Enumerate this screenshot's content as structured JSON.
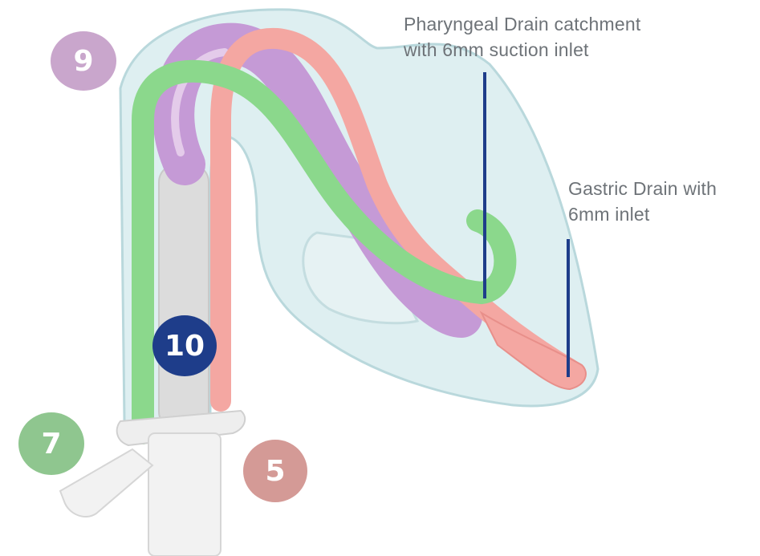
{
  "callouts": [
    {
      "text_line1": "Pharyngeal Drain catchment",
      "text_line2": "with 6mm suction inlet"
    },
    {
      "text_line1": "Gastric Drain with",
      "text_line2": "6mm inlet"
    }
  ],
  "badges": [
    {
      "label": "9",
      "color": "#c9a6cc"
    },
    {
      "label": "10",
      "color": "#1e3d8a"
    },
    {
      "label": "7",
      "color": "#8fc68f"
    },
    {
      "label": "5",
      "color": "#d49a96"
    }
  ],
  "colors": {
    "callout_line": "#1e3d8a",
    "mask_shell": "#d3eaec",
    "purple_tube": "#c59ad6",
    "green_tube": "#8bd88c",
    "pink_tube": "#f4a7a2",
    "grey_tube": "#dcdcdc"
  }
}
